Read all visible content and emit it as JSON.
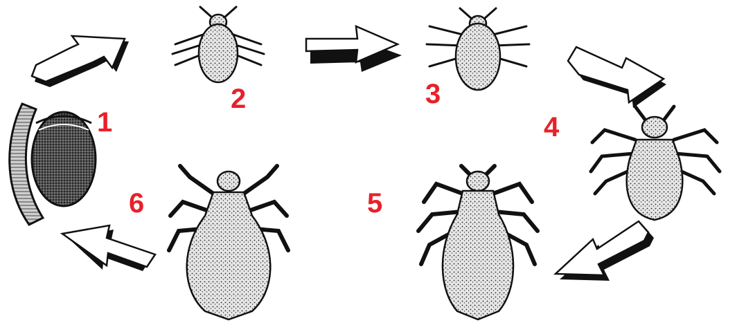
{
  "diagram": {
    "stages": [
      {
        "number": "1",
        "icon": "louse-egg-nit-icon"
      },
      {
        "number": "2",
        "icon": "nymph-first-stage-icon"
      },
      {
        "number": "3",
        "icon": "nymph-second-stage-icon"
      },
      {
        "number": "4",
        "icon": "nymph-third-stage-icon"
      },
      {
        "number": "5",
        "icon": "adult-louse-icon"
      },
      {
        "number": "6",
        "icon": "adult-louse-icon"
      }
    ],
    "arrows": [
      {
        "icon": "arrow-icon",
        "from": "1",
        "to": "2"
      },
      {
        "icon": "arrow-icon",
        "from": "2",
        "to": "3"
      },
      {
        "icon": "arrow-icon",
        "from": "3",
        "to": "4"
      },
      {
        "icon": "arrow-icon",
        "from": "4",
        "to": "5"
      },
      {
        "icon": "arrow-icon",
        "from": "6",
        "to": "1"
      }
    ],
    "colors": {
      "number": "#e8202a",
      "ink": "#1a1a1a",
      "paper": "#ffffff",
      "body_fill": "#d9d9d9"
    }
  }
}
